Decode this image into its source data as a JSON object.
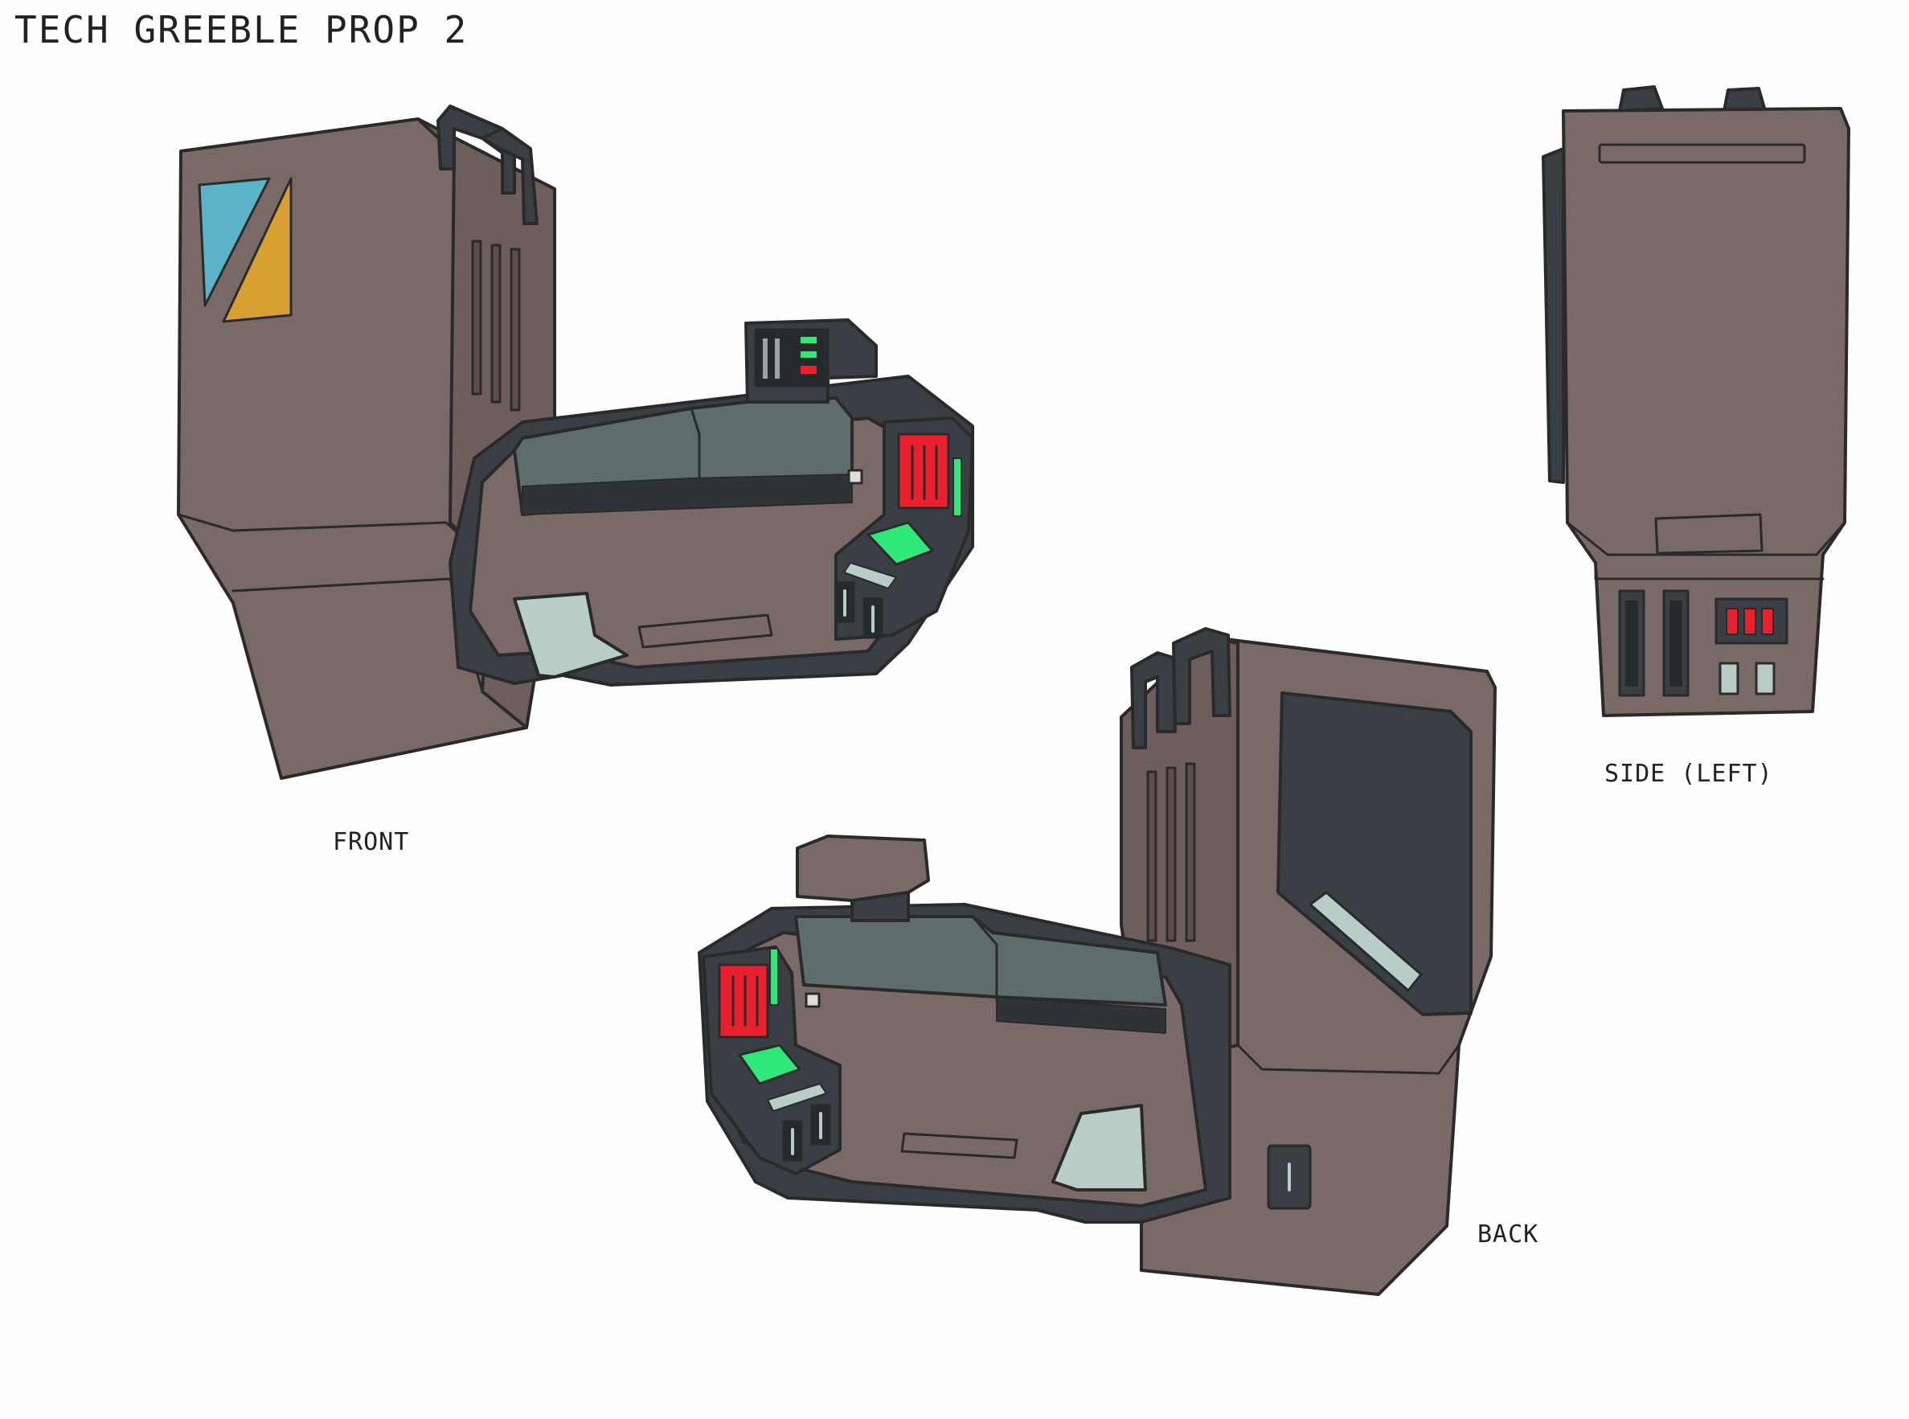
{
  "sheet": {
    "title": "TECH GREEBLE PROP 2",
    "views": {
      "front": "FRONT",
      "side": "SIDE (LEFT)",
      "back": "BACK"
    }
  },
  "palette": {
    "body": "#7a6a67",
    "body_shadow": "#6d5e5b",
    "casing": "#3a3f45",
    "slate": "#5e6d6c",
    "slate_light": "#6c7b79",
    "red": "#e8202e",
    "green": "#2ee87a",
    "cyan": "#5bb3c8",
    "amber": "#d8a032",
    "pale": "#b8ccc8",
    "outline": "#2a2a2a"
  }
}
